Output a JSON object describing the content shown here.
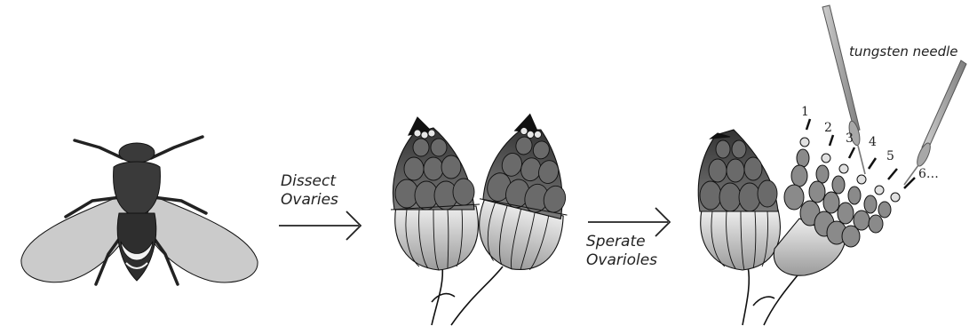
{
  "labels": {
    "step1_line1": "Dissect",
    "step1_line2": "Ovaries",
    "step2_line1": "Sperate",
    "step2_line2": "Ovarioles",
    "tool": "tungsten needle"
  },
  "ovariole_numbers": [
    "1",
    "2",
    "3",
    "4",
    "5",
    "6…"
  ],
  "colors": {
    "fly_body": "#3a3a3a",
    "fly_wing": "#c8c8c8",
    "egg_chamber_dark": "#555555",
    "needle": "#9a9a9a",
    "stroke": "#111111"
  }
}
